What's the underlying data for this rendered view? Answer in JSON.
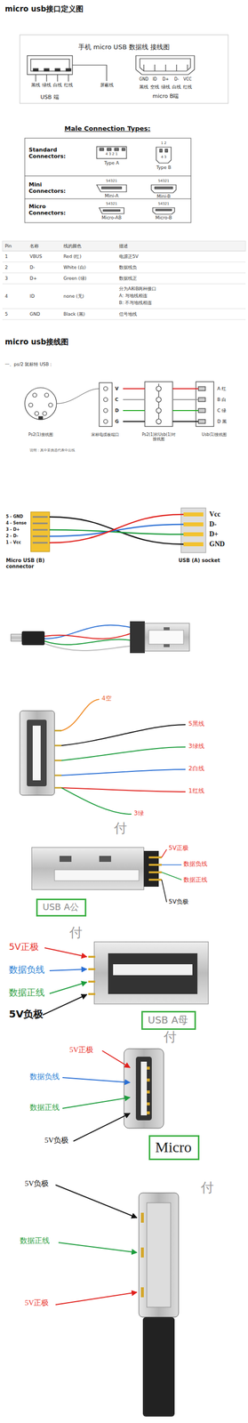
{
  "diagram": {
    "title": "micro usb接口定义图",
    "nodes": [
      {
        "text": [
          "USB A公"
        ]
      },
      {
        "text": [
          "USB A母"
        ]
      },
      {
        "text": [
          "Micro"
        ]
      }
    ],
    "labels": [
      "手机 micro USB 数据线 接线图",
      "USB 端",
      "黑线",
      "绿线",
      "白线",
      "红线",
      "屏蔽线",
      "GND",
      "ID",
      "D+",
      "D-",
      "VCC",
      "黑线",
      "空线",
      "绿线",
      "白线",
      "红线",
      "micro B端",
      "Male Connection Types:",
      "Standard Connectors:",
      "4 3 2 1",
      "Type A",
      "1 2",
      "4 3",
      "Type B",
      "Mini Connectors:",
      "54321",
      "Mini-A",
      "54321",
      "Mini-B",
      "Micro Connectors:",
      "54321",
      "Micro-AB",
      "54321",
      "Micro-B",
      "Pin",
      "名称",
      "线的颜色",
      "描述",
      "1",
      "VBUS",
      "Red (红)",
      "电源正5V",
      "2",
      "D-",
      "White (白)",
      "数据线负",
      "3",
      "D+",
      "Green (绿)",
      "数据线正",
      "4",
      "ID",
      "none (无)",
      "分为A和B两种接口",
      "A: 与地线相连",
      "B: 不与地线相连",
      "5",
      "GND",
      "Black (黑)",
      "信号地线",
      "micro usb接线图",
      "一、ps/2 鼠标转 USB：",
      "V",
      "C",
      "D",
      "G",
      "A 红",
      "B 白",
      "C 绿",
      "D 黑",
      "Ps2(1)接线图",
      "家标电缆板端口",
      "Ps2(1)和Usb(1)对接线图",
      "Usb(1)接线图",
      "说明：其中要挑选代表中出线",
      "5 - GND",
      "4 - Sense",
      "3 - D+",
      "2 - D-",
      "1 - Vcc",
      "Micro USB (B) connector",
      "Vcc",
      "D-",
      "D+",
      "GND",
      "USB (A) socket",
      "4空",
      "5黑线",
      "3绿线",
      "2白线",
      "1红线",
      "3绿",
      "5V正极",
      "数据负线",
      "数据正线",
      "5V负极",
      "付",
      "5V正极",
      "数据负线",
      "数据正线",
      "5V负极",
      "付",
      "5V正极",
      "数据负线",
      "数据正线",
      "5V负极",
      "付",
      "5V负极",
      "数据正线",
      "5V正极",
      "付"
    ]
  }
}
